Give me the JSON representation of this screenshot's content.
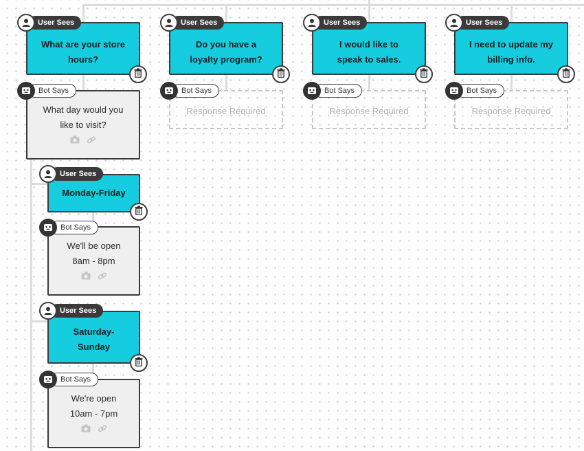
{
  "labels": {
    "user_sees": "User Sees",
    "bot_says": "Bot Says",
    "response_required": "Response Required"
  },
  "top_nodes": [
    {
      "user_text": "What are your store hours?",
      "bot_text": "What day would you like to visit?"
    },
    {
      "user_text": "Do you have a loyalty program?",
      "bot_text": ""
    },
    {
      "user_text": "I would like to speak to sales.",
      "bot_text": ""
    },
    {
      "user_text": "I need to update my billing info.",
      "bot_text": ""
    }
  ],
  "sub_nodes": [
    {
      "user_text": "Monday-Friday",
      "bot_text": "We'll be open 8am - 8pm"
    },
    {
      "user_text": "Saturday-Sunday",
      "bot_text": "We're open 10am - 7pm"
    }
  ],
  "icons": {
    "user": "user-icon",
    "bot": "bot-icon",
    "delete": "trash-icon",
    "image": "camera-icon",
    "link": "link-icon"
  },
  "colors": {
    "user_card": "#16cde0",
    "bot_card": "#efefef",
    "outline": "#3b3b3b",
    "connector": "#dcdcdc"
  }
}
